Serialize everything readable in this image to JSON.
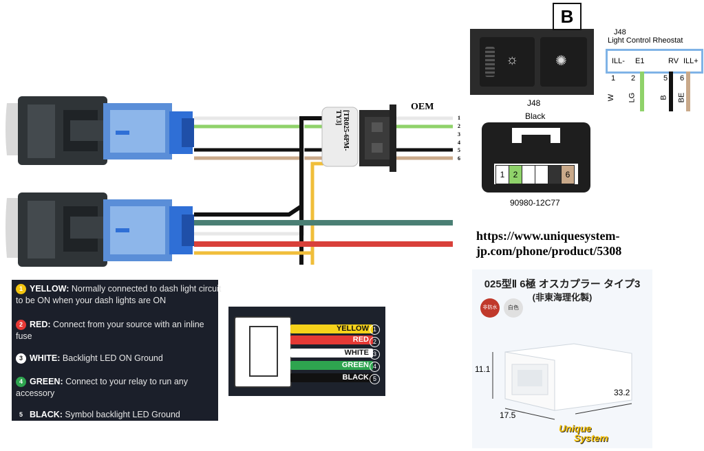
{
  "oem": {
    "title": "OEM",
    "pins": [
      "1",
      "2",
      "3",
      "4",
      "5",
      "6"
    ]
  },
  "adapter": {
    "label": "[TR025-6PM-TY3]"
  },
  "panel_b": {
    "badge": "B",
    "j48_caption": "J48",
    "color_caption": "Black",
    "part_number": "90980-12C77",
    "connector_pins": [
      "1",
      "2",
      "",
      "",
      "",
      "6"
    ]
  },
  "schematic": {
    "id": "J48",
    "name": "Light Control Rheostat",
    "terminals": [
      "ILL-",
      "E1",
      "RV",
      "ILL+"
    ],
    "pin_numbers": [
      "1",
      "2",
      "5",
      "6"
    ],
    "wire_codes": [
      "W",
      "LG",
      "B",
      "BE"
    ]
  },
  "url": {
    "line1": "https://www.uniquesystem-",
    "line2": "jp.com/phone/product/5308"
  },
  "legend": [
    {
      "num": "1",
      "name": "YELLOW:",
      "desc": "Normally connected to dash light circuit to be ON when your dash lights are ON",
      "color": "#f2c40f"
    },
    {
      "num": "2",
      "name": "RED:",
      "desc": "Connect from your source with an inline fuse",
      "color": "#e53935"
    },
    {
      "num": "3",
      "name": "WHITE:",
      "desc": "Backlight LED ON Ground",
      "color": "#ffffff"
    },
    {
      "num": "4",
      "name": "GREEN:",
      "desc": "Connect to your relay to run any accessory",
      "color": "#2ea44f"
    },
    {
      "num": "5",
      "name": "BLACK:",
      "desc": "Symbol backlight LED Ground",
      "color": "#1b1f2a"
    }
  ],
  "wire_labels": [
    {
      "label": "YELLOW",
      "num": "1",
      "color": "#f6d21a",
      "text_color": "#111111"
    },
    {
      "label": "RED",
      "num": "2",
      "color": "#e53935",
      "text_color": "#ffffff"
    },
    {
      "label": "WHITE",
      "num": "3",
      "color": "#ffffff",
      "text_color": "#111111"
    },
    {
      "label": "GREEN",
      "num": "4",
      "color": "#2ea44f",
      "text_color": "#ffffff"
    },
    {
      "label": "BLACK",
      "num": "5",
      "color": "#111111",
      "text_color": "#ffffff"
    }
  ],
  "product": {
    "title_line1": "025型Ⅱ 6極 オスカプラー タイプ3",
    "title_line2": "(非東海理化製)",
    "badge_red": "非防水",
    "badge_white": "白色",
    "dim_height": "11.1",
    "dim_length": "33.2",
    "dim_width": "17.5",
    "logo_line1": "Unique",
    "logo_line2": "System"
  },
  "colors": {
    "wire_white": "#e8e8e8",
    "wire_green": "#8fd26a",
    "wire_black": "#111111",
    "wire_tan": "#c9a98a",
    "wire_yellow": "#f0be3a",
    "wire_red": "#d9403a",
    "wire_teal": "#4a7f74",
    "switch_blue": "#2f6fd6",
    "legend_bg": "#1b1f2a"
  }
}
